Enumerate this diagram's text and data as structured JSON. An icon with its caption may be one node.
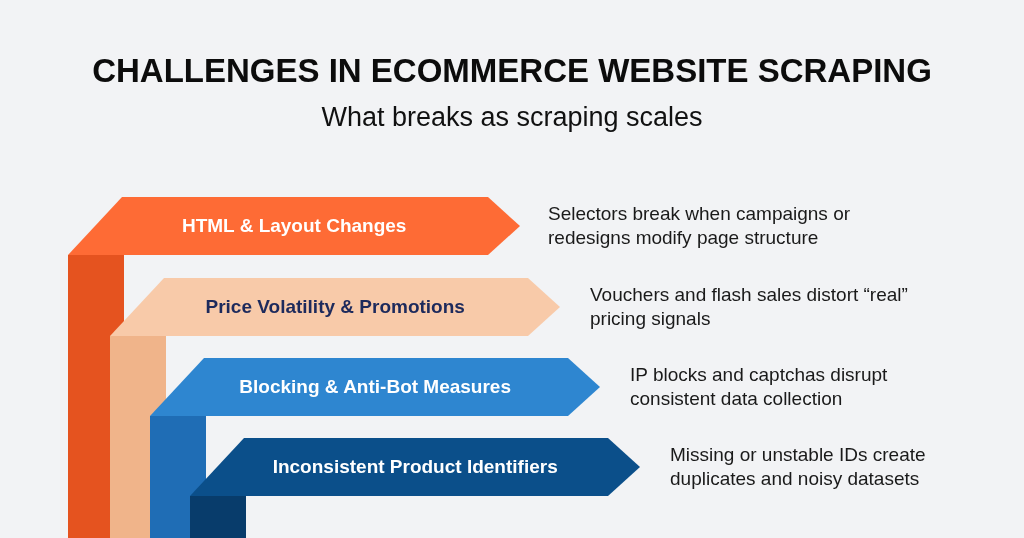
{
  "diagram": {
    "title": "CHALLENGES IN ECOMMERCE WEBSITE SCRAPING",
    "caption": "What breaks as scraping scales",
    "nodes": [
      {
        "text": [
          "HTML & Layout Changes"
        ],
        "beside": [
          "Selectors break when campaigns or redesigns modify page structure"
        ]
      },
      {
        "text": [
          "Price Volatility & Promotions"
        ],
        "beside": [
          "Vouchers and flash sales distort “real” pricing signals"
        ]
      },
      {
        "text": [
          "Blocking & Anti-Bot Measures"
        ],
        "beside": [
          "IP blocks and captchas disrupt consistent data collection"
        ]
      },
      {
        "text": [
          "Inconsistent Product Identifiers"
        ],
        "beside": [
          "Missing or unstable IDs create duplicates and noisy datasets"
        ]
      }
    ]
  }
}
